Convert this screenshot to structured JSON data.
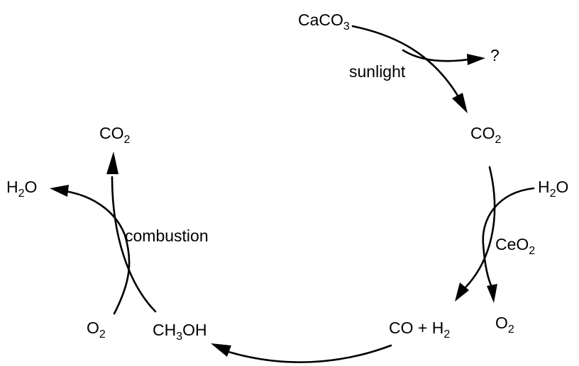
{
  "species": {
    "caco3": {
      "base": "CaCO",
      "sub": "3"
    },
    "co2_right": {
      "base": "CO",
      "sub": "2"
    },
    "h2o_right": {
      "pre": "H",
      "sub": "2",
      "post": "O"
    },
    "ceo2": {
      "base": "CeO",
      "sub": "2"
    },
    "o2_right": {
      "base": "O",
      "sub": "2"
    },
    "co_h2": {
      "base": "CO + H",
      "sub": "2"
    },
    "ch3oh": {
      "pre": "CH",
      "sub": "3",
      "post": "OH"
    },
    "o2_left": {
      "base": "O",
      "sub": "2"
    },
    "h2o_left": {
      "pre": "H",
      "sub": "2",
      "post": "O"
    },
    "co2_left": {
      "base": "CO",
      "sub": "2"
    }
  },
  "labels": {
    "unknown_product": "?",
    "sunlight": "sunlight",
    "combustion": "combustion"
  },
  "colors": {
    "ink": "#000000",
    "background": "#ffffff"
  }
}
